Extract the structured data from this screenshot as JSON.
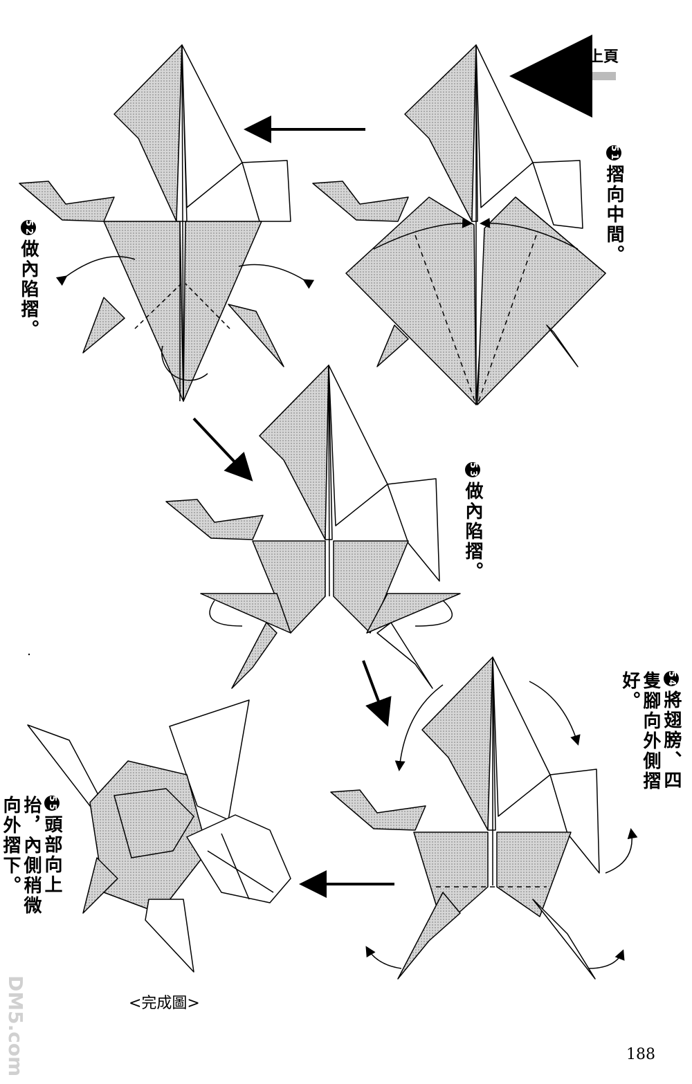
{
  "header": {
    "continued_label": "接上頁"
  },
  "steps": [
    {
      "number": "51",
      "instruction": "摺向中間。"
    },
    {
      "number": "52",
      "instruction": "做內陷摺。"
    },
    {
      "number": "53",
      "instruction": "做內陷摺。"
    },
    {
      "number": "54",
      "instruction": "將翅膀、四隻腳向外側摺好。"
    },
    {
      "number": "55",
      "instruction": "頭部向上抬，內側稍微向外摺下。"
    }
  ],
  "finished_caption": "<完成圖>",
  "page_number": "188",
  "watermark": "DM5.com",
  "colors": {
    "paper_shade": "#c8c8c8",
    "line": "#000000",
    "background": "#ffffff"
  }
}
